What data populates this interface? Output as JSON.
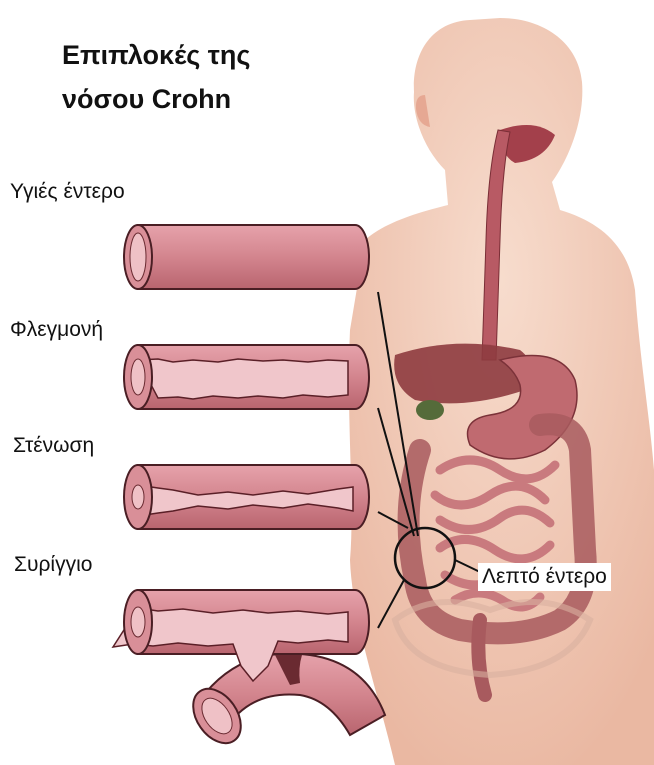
{
  "title": {
    "line1": "Επιπλοκές της",
    "line2": "νόσου Crohn"
  },
  "stages": [
    {
      "label": "Υγιές έντερο"
    },
    {
      "label": "Φλεγμονή"
    },
    {
      "label": "Στένωση"
    },
    {
      "label": "Συρίγγιο"
    }
  ],
  "small_intestine_label": "Λεπτό έντερο",
  "colors": {
    "intestine_wall": "#d3858e",
    "intestine_outline": "#4a1e24",
    "inner_lumen": "#f0c6cb",
    "skin": "#f4d2c0",
    "leader_lines": "#111111"
  }
}
